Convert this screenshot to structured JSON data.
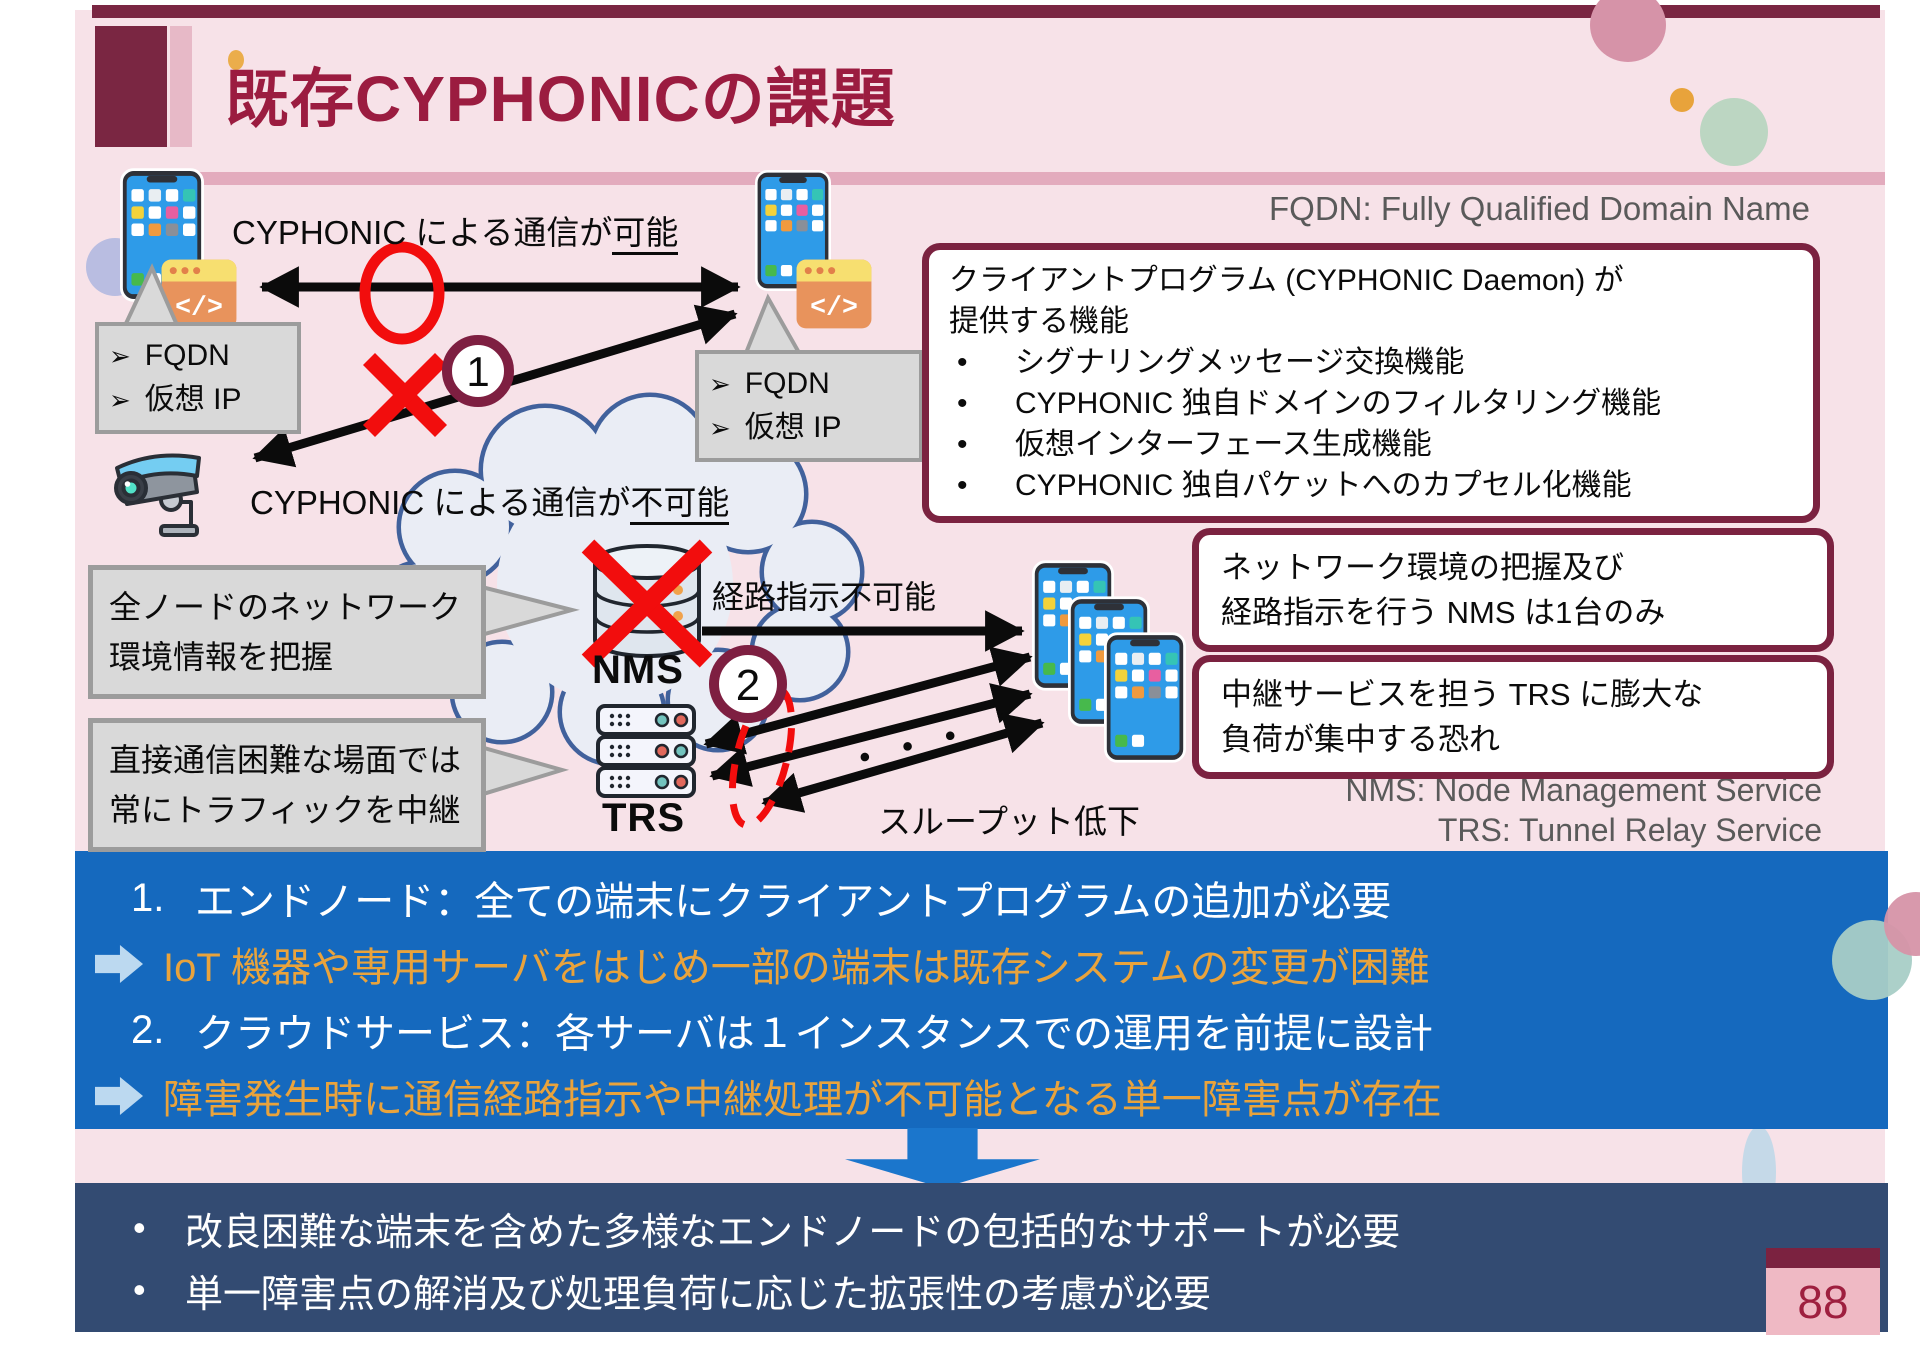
{
  "colors": {
    "maroon_accent": "#7B2240",
    "title_text": "#9B1C40",
    "slide_pink": "#F7E2E8",
    "band_pink": "#E3ABBD",
    "issues_blue": "#1569BE",
    "conclusion_navy": "#334B72",
    "highlight_orange": "#E9A33C",
    "mark_red": "#F20D0D",
    "note_gray": "#5A5A5A"
  },
  "header": {
    "title": "既存CYPHONICの課題",
    "fqdn_note": "FQDN: Fully Qualified Domain Name"
  },
  "diagram": {
    "comm_possible": {
      "prefix": "CYPHONIC による通信が",
      "emphasis": "可能"
    },
    "comm_impossible": {
      "prefix": "CYPHONIC による通信が",
      "emphasis": "不可能"
    },
    "marker1": "1",
    "marker2": "2",
    "node_attrs": {
      "bullet": "➢",
      "items": [
        "FQDN",
        "仮想 IP"
      ]
    },
    "client_box": {
      "title_lines": [
        "クライアントプログラム (CYPHONIC Daemon) が",
        "提供する機能"
      ],
      "bullet": "•",
      "bullets": [
        "シグナリングメッセージ交換機能",
        "CYPHONIC 独自ドメインのフィルタリング機能",
        "仮想インターフェース生成機能",
        "CYPHONIC 独自パケットへのカプセル化機能"
      ]
    },
    "cloud": {
      "nms_label": "NMS",
      "trs_label": "TRS",
      "route_label": "経路指示不可能",
      "ellipsis": "・・・",
      "throughput_label": "スループット低下"
    },
    "callout_nms_lines": [
      "全ノードのネットワーク",
      "環境情報を把握"
    ],
    "callout_trs_lines": [
      "直接通信困難な場面では",
      "常にトラフィックを中継"
    ],
    "issue_nms_lines": [
      "ネットワーク環境の把握及び",
      "経路指示を行う NMS は1台のみ"
    ],
    "issue_trs_lines": [
      "中継サービスを担う TRS に膨大な",
      "負荷が集中する恐れ"
    ],
    "legend": {
      "nms": "NMS: Node Management Service",
      "trs": "TRS: Tunnel Relay Service"
    },
    "icons": {
      "smartphone": "smartphone-icon",
      "code_window": "code-window-icon",
      "security_camera": "security-camera-icon",
      "database": "nms-database-icon",
      "server_stack": "trs-server-stack-icon",
      "cloud": "cloud-shape",
      "red_circle": "possible-circle-mark",
      "red_cross": "impossible-cross-mark"
    }
  },
  "issues_box": {
    "items": [
      {
        "num": "1.",
        "text": "エンドノード：全ての端末にクライアントプログラムの追加が必要"
      },
      {
        "arrow": true,
        "text": "IoT 機器や専用サーバをはじめ一部の端末は既存システムの変更が困難"
      },
      {
        "num": "2.",
        "text": "クラウドサービス：各サーバは１インスタンスでの運用を前提に設計"
      },
      {
        "arrow": true,
        "text": "障害発生時に通信経路指示や中継処理が不可能となる単一障害点が存在"
      }
    ]
  },
  "conclusion_box": {
    "bullet": "•",
    "items": [
      "改良困難な端末を含めた多様なエンドノードの包括的なサポートが必要",
      "単一障害点の解消及び処理負荷に応じた拡張性の考慮が必要"
    ]
  },
  "page_number": "88"
}
